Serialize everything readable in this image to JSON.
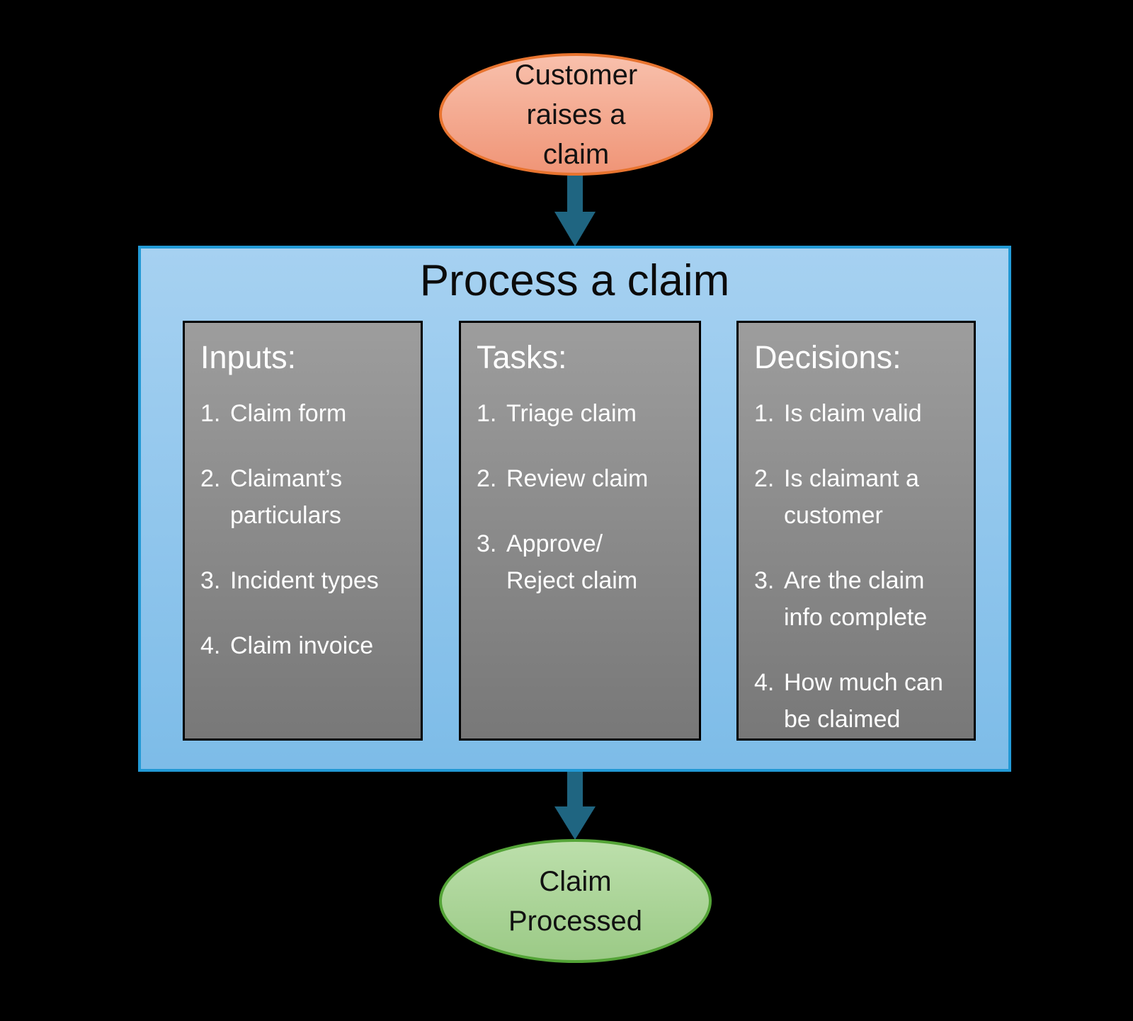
{
  "colors": {
    "background": "#000000",
    "arrow": "#1F6581",
    "process_box_border": "#229AD6",
    "process_box_fill_top": "#A6D1F1",
    "process_box_fill_bottom": "#7DBCE8",
    "column_fill_top": "#9D9D9D",
    "column_fill_bottom": "#787878",
    "column_border": "#000000",
    "start_node_border": "#E8742F",
    "start_node_fill_top": "#F8C0AC",
    "start_node_fill_bottom": "#F09577",
    "end_node_border": "#54A437",
    "end_node_fill_top": "#BCDFAB",
    "end_node_fill_bottom": "#9BCA86"
  },
  "start_node": {
    "label": "Customer\nraises a\nclaim"
  },
  "process": {
    "title": "Process a claim",
    "columns": [
      {
        "header": "Inputs:",
        "items": [
          {
            "num": "1.",
            "text": "Claim form"
          },
          {
            "num": "2.",
            "text": "Claimant’s\nparticulars"
          },
          {
            "num": "3.",
            "text": "Incident types"
          },
          {
            "num": "4.",
            "text": "Claim invoice"
          }
        ]
      },
      {
        "header": "Tasks:",
        "items": [
          {
            "num": "1.",
            "text": "Triage claim"
          },
          {
            "num": "2.",
            "text": "Review claim"
          },
          {
            "num": "3.",
            "text": "Approve/\nReject claim"
          }
        ]
      },
      {
        "header": "Decisions:",
        "items": [
          {
            "num": "1.",
            "text": "Is claim valid"
          },
          {
            "num": "2.",
            "text": "Is claimant a\ncustomer"
          },
          {
            "num": "3.",
            "text": "Are the claim\ninfo complete"
          },
          {
            "num": "4.",
            "text": "How much can\nbe claimed"
          }
        ]
      }
    ]
  },
  "end_node": {
    "label": "Claim\nProcessed"
  }
}
